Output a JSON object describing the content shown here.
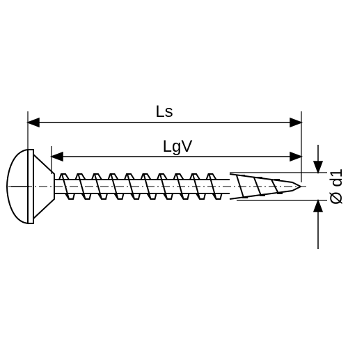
{
  "dimensions": {
    "overall_length_label": "Ls",
    "thread_length_label": "LgV",
    "thread_diameter_label": "Ø d1"
  },
  "colors": {
    "line": "#000000",
    "background": "#ffffff"
  }
}
